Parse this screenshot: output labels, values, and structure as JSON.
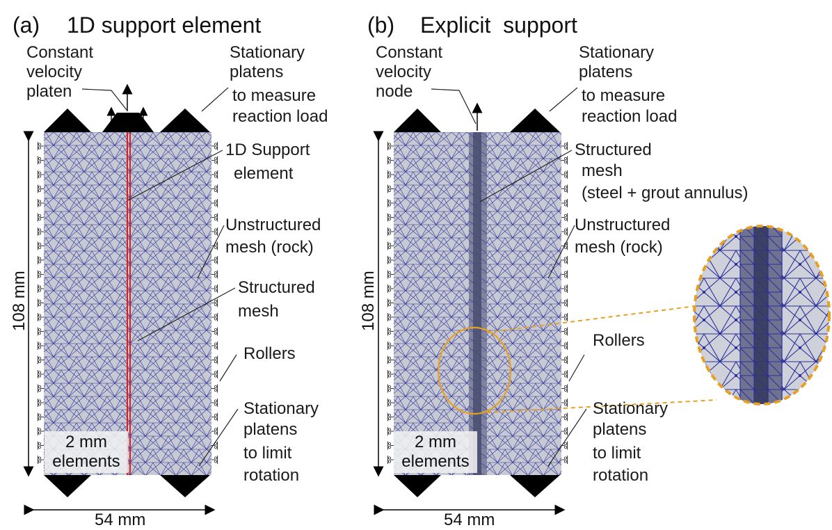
{
  "panel_a": {
    "title_tag": "(a)",
    "title": "1D support element",
    "left_labels": [
      "Constant",
      "velocity",
      "platen"
    ],
    "right_labels": {
      "stationary_top": [
        "Stationary",
        "platens",
        "to measure",
        "reaction load"
      ],
      "support": [
        "1D Support",
        "element"
      ],
      "unstructured": [
        "Unstructured",
        "mesh (rock)"
      ],
      "structured": [
        "Structured",
        "mesh"
      ],
      "rollers": "Rollers",
      "stationary_bottom": [
        "Stationary",
        "platens",
        "to limit",
        "rotation"
      ]
    },
    "height_dim": "108 mm",
    "width_dim": "54 mm",
    "element_box": [
      "2 mm",
      "elements"
    ]
  },
  "panel_b": {
    "title_tag": "(b)",
    "title": "Explicit  support",
    "left_labels": [
      "Constant",
      "velocity",
      "node"
    ],
    "right_labels": {
      "stationary_top": [
        "Stationary",
        "platens",
        "to measure",
        "reaction load"
      ],
      "structured": [
        "Structured",
        "mesh",
        "(steel + grout annulus)"
      ],
      "unstructured": [
        "Unstructured",
        "mesh (rock)"
      ],
      "rollers": "Rollers",
      "stationary_bottom": [
        "Stationary",
        "platens",
        "to limit",
        "rotation"
      ]
    },
    "height_dim": "108 mm",
    "width_dim": "54 mm",
    "element_box": [
      "2 mm",
      "elements"
    ]
  },
  "colors": {
    "mesh_fill": "#c7c9d3",
    "mesh_line": "#2b2f9a",
    "support_line": "#d42020",
    "explicit_core": "#4a4e6e",
    "annulus": "#80849e",
    "callout": "#e8a020",
    "platen": "#000000"
  }
}
